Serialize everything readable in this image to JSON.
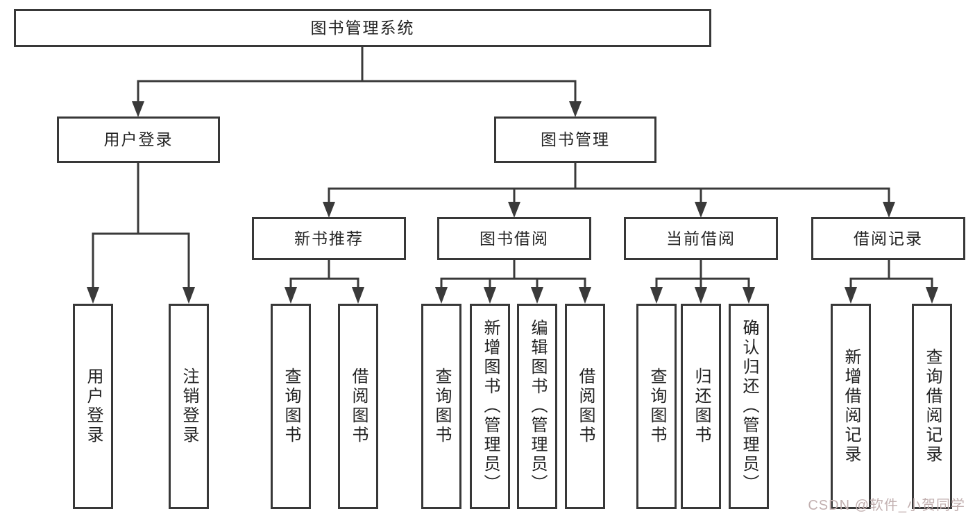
{
  "page": {
    "background": "#ffffff",
    "line_color": "#3a3a3a",
    "border_color": "#383838",
    "text_color": "#232323"
  },
  "watermark": {
    "text": "CSDN @软件_小贺同学",
    "color": "#c2b0b0"
  },
  "diagram": {
    "type": "hierarchy-tree",
    "root": {
      "label": "图书管理系统"
    },
    "level1": [
      {
        "id": "user-login-group",
        "label": "用户登录"
      },
      {
        "id": "book-management",
        "label": "图书管理"
      }
    ],
    "level2": [
      {
        "id": "new-book-recommend",
        "parent": "book-management",
        "label": "新书推荐"
      },
      {
        "id": "book-borrowing",
        "parent": "book-management",
        "label": "图书借阅"
      },
      {
        "id": "current-borrowing",
        "parent": "book-management",
        "label": "当前借阅"
      },
      {
        "id": "borrowing-records",
        "parent": "book-management",
        "label": "借阅记录"
      }
    ],
    "level3": [
      {
        "id": "user-login",
        "parent": "user-login-group",
        "label": "用户登录"
      },
      {
        "id": "logout",
        "parent": "user-login-group",
        "label": "注销登录"
      },
      {
        "id": "nb-query-books",
        "parent": "new-book-recommend",
        "label": "查询图书"
      },
      {
        "id": "nb-borrow-books",
        "parent": "new-book-recommend",
        "label": "借阅图书"
      },
      {
        "id": "bb-query-books",
        "parent": "book-borrowing",
        "label": "查询图书"
      },
      {
        "id": "bb-add-books",
        "parent": "book-borrowing",
        "label": "新增图书（管理员）"
      },
      {
        "id": "bb-edit-books",
        "parent": "book-borrowing",
        "label": "编辑图书（管理员）"
      },
      {
        "id": "bb-borrow-books",
        "parent": "book-borrowing",
        "label": "借阅图书"
      },
      {
        "id": "cb-query-books",
        "parent": "current-borrowing",
        "label": "查询图书"
      },
      {
        "id": "cb-return-books",
        "parent": "current-borrowing",
        "label": "归还图书"
      },
      {
        "id": "cb-confirm-return",
        "parent": "current-borrowing",
        "label": "确认归还（管理员）"
      },
      {
        "id": "br-add-record",
        "parent": "borrowing-records",
        "label": "新增借阅记录"
      },
      {
        "id": "br-query-record",
        "parent": "borrowing-records",
        "label": "查询借阅记录"
      }
    ]
  }
}
